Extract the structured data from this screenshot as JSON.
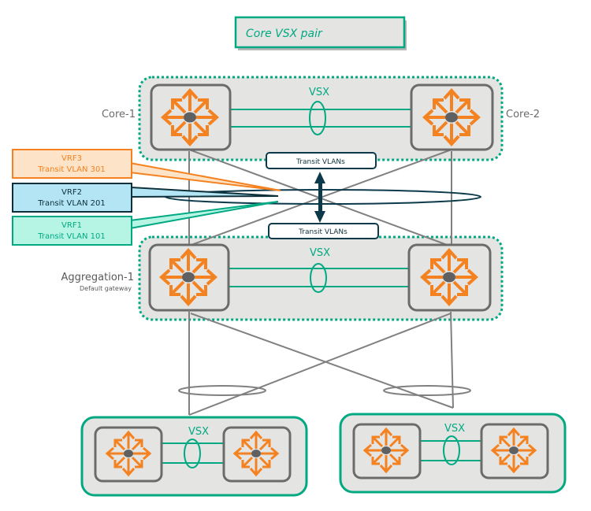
{
  "title_box": {
    "label": "Core VSX pair"
  },
  "core": {
    "left_label": "Core-1",
    "right_label": "Core-2",
    "vsx_label": "VSX"
  },
  "transit": {
    "top_label": "Transit VLANs",
    "bottom_label": "Transit VLANs"
  },
  "vrfs": [
    {
      "name": "VRF3",
      "vlan": "Transit VLAN 301",
      "fill": "#fde3c8",
      "stroke": "#f58220",
      "text": "#f58220"
    },
    {
      "name": "VRF2",
      "vlan": "Transit VLAN 201",
      "fill": "#b3e5f5",
      "stroke": "#0d2f3a",
      "text": "#0d2f3a"
    },
    {
      "name": "VRF1",
      "vlan": "Transit VLAN 101",
      "fill": "#b6f5e4",
      "stroke": "#01a982",
      "text": "#01a982"
    }
  ],
  "aggregation": {
    "label": "Aggregation-1",
    "sublabel": "Default gateway",
    "vsx_label": "VSX"
  },
  "access": [
    {
      "vsx_label": "VSX"
    },
    {
      "vsx_label": "VSX"
    }
  ],
  "colors": {
    "accent_green": "#01a982",
    "switch_orange": "#f58220",
    "dark_navy": "#0d3a4a",
    "link_gray": "#808080"
  }
}
